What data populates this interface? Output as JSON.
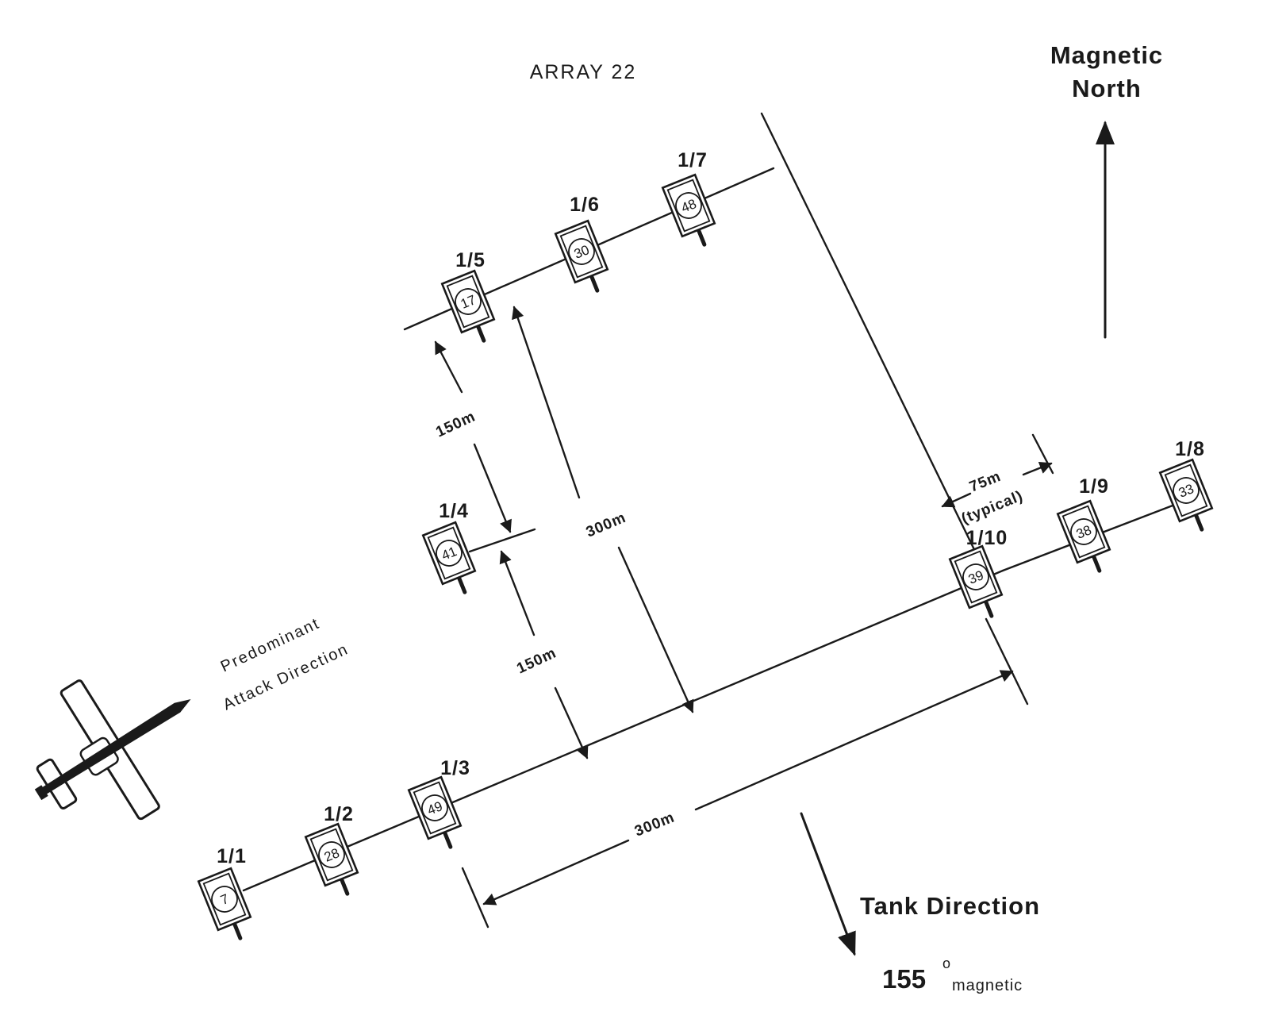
{
  "title": "ARRAY 22",
  "north_label": [
    "Magnetic",
    "North"
  ],
  "tank_direction": {
    "label": "Tank Direction",
    "degrees": "155",
    "unit": "magnetic"
  },
  "attack_direction": [
    "Predominant",
    "Attack Direction"
  ],
  "dimensions": {
    "line_spacing_upper": "150m",
    "line_spacing_lower": "150m",
    "offset_depth": "300m",
    "line_length": "300m",
    "tank_spacing": "75m",
    "tank_spacing_note": "(typical)"
  },
  "tanks": [
    {
      "id": "1/1",
      "number": "7"
    },
    {
      "id": "1/2",
      "number": "28"
    },
    {
      "id": "1/3",
      "number": "49"
    },
    {
      "id": "1/4",
      "number": "41"
    },
    {
      "id": "1/5",
      "number": "17"
    },
    {
      "id": "1/6",
      "number": "30"
    },
    {
      "id": "1/7",
      "number": "48"
    },
    {
      "id": "1/10",
      "number": "39"
    },
    {
      "id": "1/9",
      "number": "38"
    },
    {
      "id": "1/8",
      "number": "33"
    }
  ]
}
